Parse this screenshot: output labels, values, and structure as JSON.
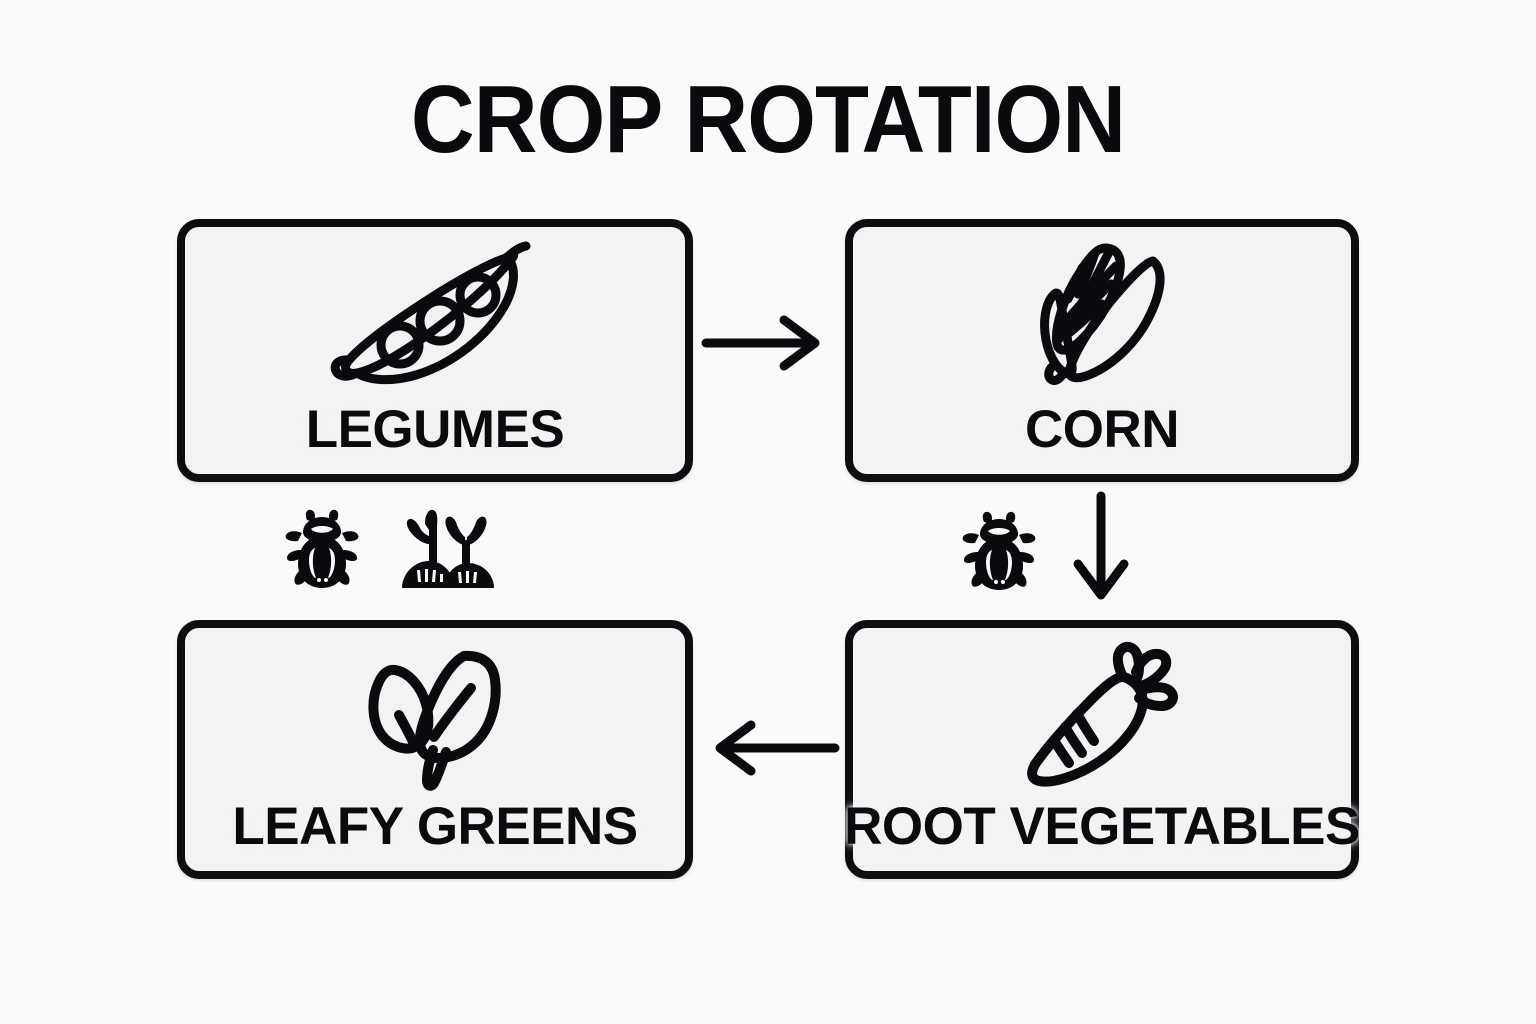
{
  "page": {
    "title": "CROP ROTATION",
    "background_color": "#fafafa",
    "ink_color": "#0b0b0f",
    "box_fill_color": "#f3f3f3",
    "style": "hand-drawn black and white infographic"
  },
  "diagram": {
    "type": "cycle",
    "node_count": 4,
    "nodes": [
      {
        "id": "legumes",
        "label": "LEGUMES",
        "icon": "pea-pod-icon",
        "position": "top-left",
        "order": 1
      },
      {
        "id": "corn",
        "label": "CORN",
        "icon": "corn-cob-icon",
        "position": "top-right",
        "order": 2
      },
      {
        "id": "root_vegetables",
        "label": "ROOT VEGETABLES",
        "icon": "carrot-icon",
        "position": "bottom-right",
        "order": 3
      },
      {
        "id": "leafy_greens",
        "label": "LEAFY GREENS",
        "icon": "leaves-icon",
        "position": "bottom-left",
        "order": 4
      }
    ],
    "arrows": [
      {
        "id": "legumes-to-corn",
        "from": "legumes",
        "to": "corn",
        "direction": "right"
      },
      {
        "id": "corn-to-root",
        "from": "corn",
        "to": "root_vegetables",
        "direction": "down"
      },
      {
        "id": "root-to-leafy",
        "from": "root_vegetables",
        "to": "leafy_greens",
        "direction": "left"
      }
    ],
    "accent_icons": [
      {
        "id": "bug-left",
        "icon": "beetle-icon",
        "position": "below-legumes-left"
      },
      {
        "id": "sprout-left",
        "icon": "sprout-in-soil-icon",
        "position": "below-legumes-right"
      },
      {
        "id": "bug-right",
        "icon": "beetle-icon",
        "position": "below-corn-left"
      }
    ]
  }
}
